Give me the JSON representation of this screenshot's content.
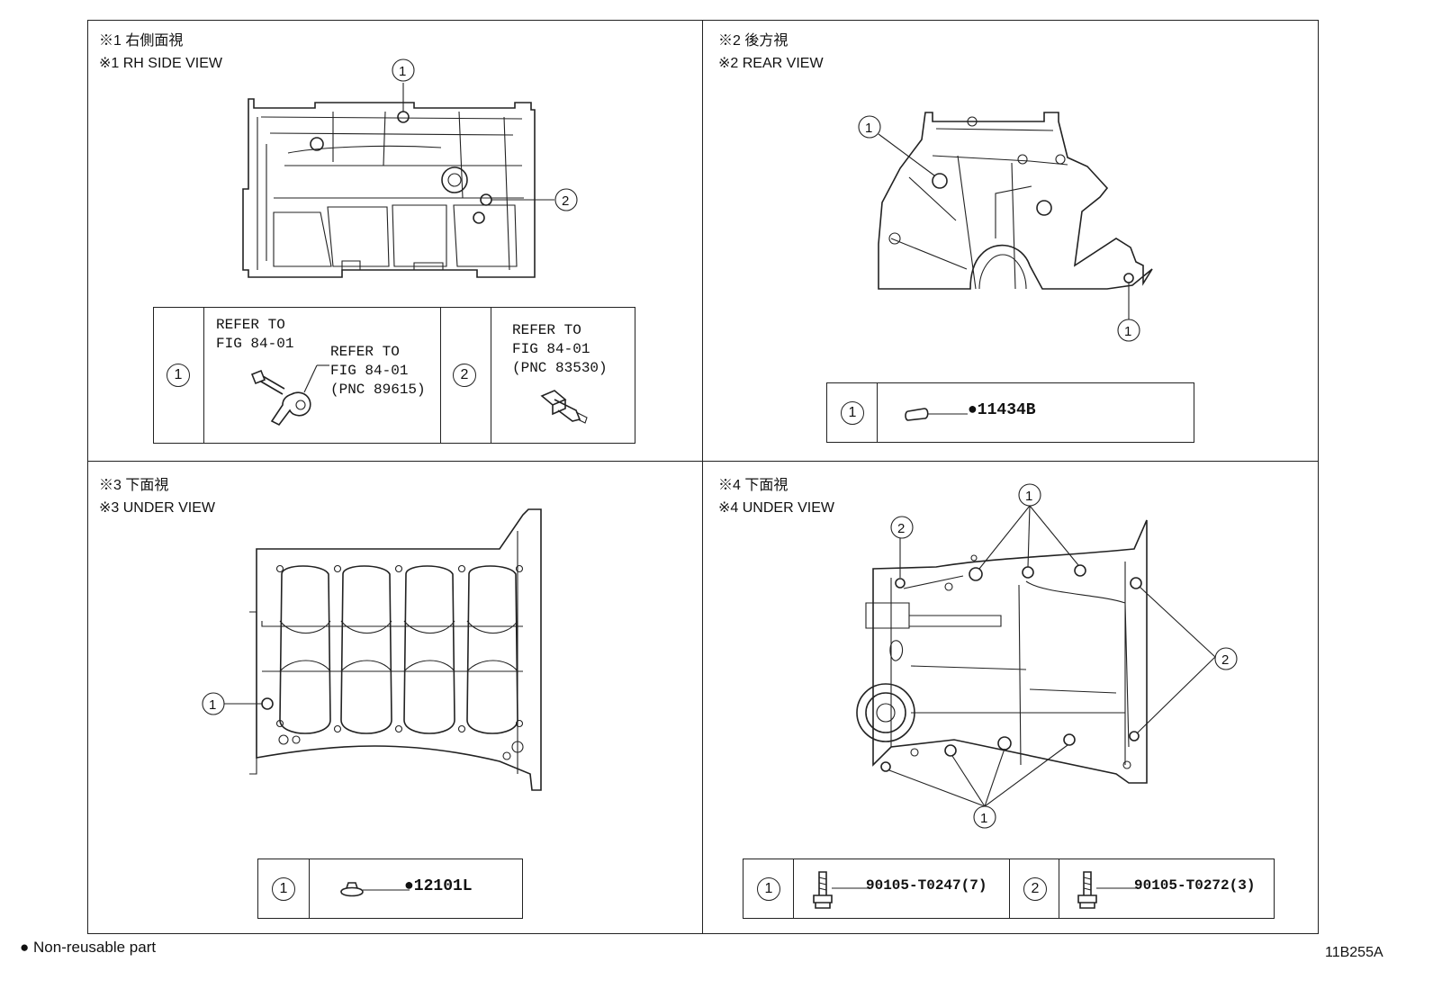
{
  "panels": [
    {
      "title_jp": "※1 右側面視",
      "title_en": "※1 RH SIDE VIEW",
      "parts": [
        {
          "num": "1",
          "ref_a": "REFER TO",
          "ref_b": "FIG 84-01",
          "ref2_a": "REFER TO",
          "ref2_b": "FIG 84-01",
          "ref2_c": "(PNC 89615)"
        },
        {
          "num": "2",
          "ref_a": "REFER TO",
          "ref_b": "FIG 84-01",
          "ref_c": "(PNC 83530)"
        }
      ],
      "callouts": [
        "1",
        "2"
      ]
    },
    {
      "title_jp": "※2 後方視",
      "title_en": "※2 REAR VIEW",
      "parts": [
        {
          "num": "1",
          "part_no": "●11434B"
        }
      ],
      "callouts": [
        "1",
        "1"
      ]
    },
    {
      "title_jp": "※3 下面視",
      "title_en": "※3 UNDER VIEW",
      "parts": [
        {
          "num": "1",
          "part_no": "●12101L"
        }
      ],
      "callouts": [
        "1"
      ]
    },
    {
      "title_jp": "※4 下面視",
      "title_en": "※4 UNDER VIEW",
      "parts": [
        {
          "num": "1",
          "part_no": "90105-T0247(7)"
        },
        {
          "num": "2",
          "part_no": "90105-T0272(3)"
        }
      ],
      "callouts": [
        "1",
        "2",
        "2",
        "1"
      ]
    }
  ],
  "legend": {
    "bullet": "●",
    "text": "Non-reusable part"
  },
  "figure_code": "11B255A"
}
